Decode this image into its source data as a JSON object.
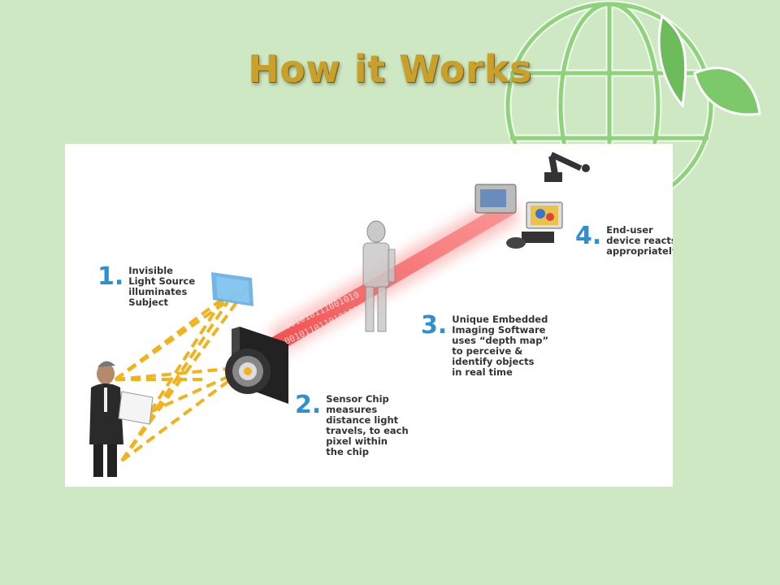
{
  "slide": {
    "title": "How it Works"
  },
  "diagram": {
    "steps": [
      {
        "number": "1.",
        "text": "Invisible\nLight Source\nilluminates\nSubject"
      },
      {
        "number": "2.",
        "text": "Sensor Chip\nmeasures\ndistance light\ntravels, to each\npixel within\nthe chip"
      },
      {
        "number": "3.",
        "text": "Unique Embedded\nImaging Software\nuses “depth map”\nto perceive &\nidentify objects\nin real time"
      },
      {
        "number": "4.",
        "text": "End-user\ndevice reacts\nappropriately"
      }
    ],
    "beam_binary": [
      "1001010111001010",
      "0010110110101010"
    ]
  },
  "colors": {
    "background": "#cde8c3",
    "title": "#c9a12a",
    "step_number": "#2f8fd0",
    "light_rays": "#f2b21c",
    "beam": "#f04848"
  }
}
